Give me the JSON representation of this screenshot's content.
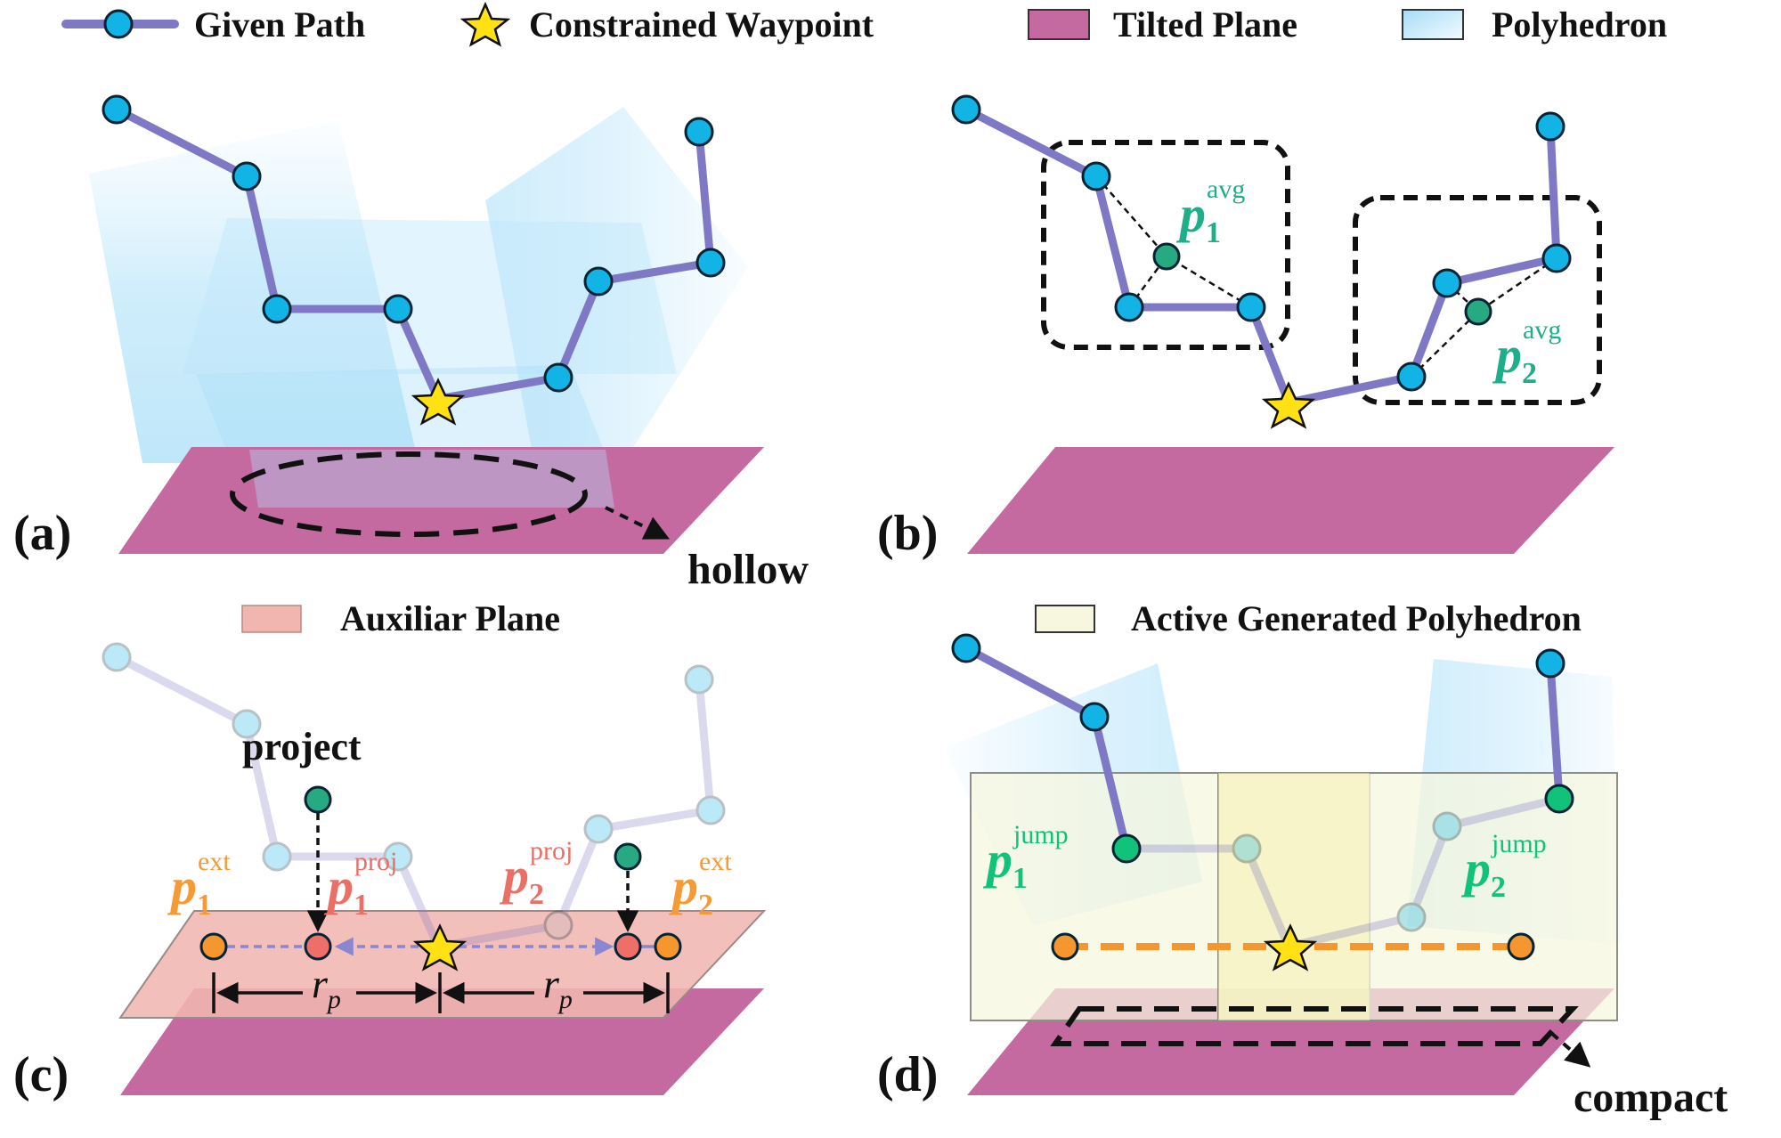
{
  "legend": {
    "given_path": "Given Path",
    "constrained_waypoint": "Constrained Waypoint",
    "tilted_plane": "Tilted Plane",
    "polyhedron": "Polyhedron",
    "auxiliar_plane": "Auxiliar Plane",
    "active_polyhedron": "Active Generated Polyhedron"
  },
  "colors": {
    "path": "#7f78c4",
    "node": "#12b4e6",
    "node_stroke": "#062433",
    "star": "#ffe114",
    "tilted_plane": "#c56aa0",
    "polyhedron": "#bfe7fb",
    "auxiliar_plane": "#f1b6b0",
    "active_polyhedron": "#f7f6de",
    "avg_point": "#27a982",
    "jump_point": "#10c27a",
    "proj_point": "#ee6e68",
    "ext_point": "#f5962f",
    "label_teal": "#1fae8a",
    "label_salmon": "#ea6f66",
    "label_orange": "#f59a34"
  },
  "panels": {
    "a": {
      "label": "(a)",
      "annotation": "hollow"
    },
    "b": {
      "label": "(b)",
      "p1": {
        "base": "p",
        "sub": "1",
        "sup": "avg"
      },
      "p2": {
        "base": "p",
        "sub": "2",
        "sup": "avg"
      }
    },
    "c": {
      "label": "(c)",
      "annotation": "project",
      "p1_ext": {
        "base": "p",
        "sub": "1",
        "sup": "ext"
      },
      "p1_proj": {
        "base": "p",
        "sub": "1",
        "sup": "proj"
      },
      "p2_proj": {
        "base": "p",
        "sub": "2",
        "sup": "proj"
      },
      "p2_ext": {
        "base": "p",
        "sub": "2",
        "sup": "ext"
      },
      "radius_left": {
        "base": "r",
        "sub": "p"
      },
      "radius_right": {
        "base": "r",
        "sub": "p"
      }
    },
    "d": {
      "label": "(d)",
      "annotation": "compact",
      "p1": {
        "base": "p",
        "sub": "1",
        "sup": "jump"
      },
      "p2": {
        "base": "p",
        "sub": "2",
        "sup": "jump"
      }
    }
  }
}
